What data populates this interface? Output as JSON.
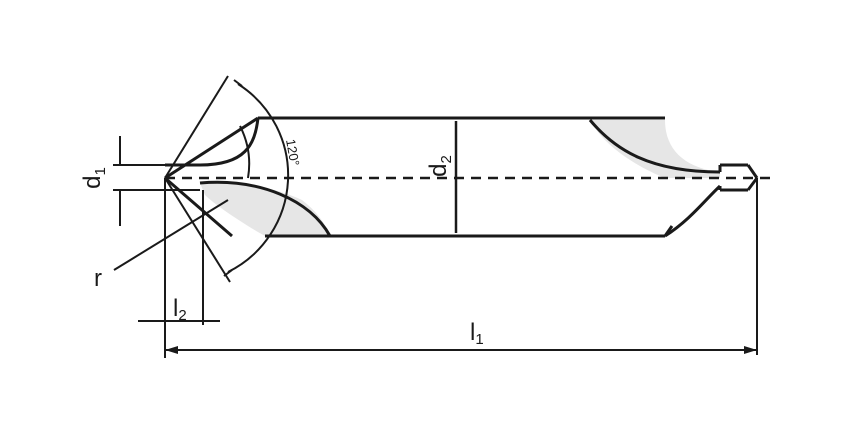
{
  "labels": {
    "d1": {
      "main": "d",
      "sub": "1"
    },
    "d2": {
      "main": "d",
      "sub": "2"
    },
    "r": "r",
    "l1": {
      "main": "l",
      "sub": "1"
    },
    "l2": {
      "main": "l",
      "sub": "2"
    },
    "angle": "120°"
  },
  "colors": {
    "line": "#1a1a1a",
    "hatch": "#e6e6e6",
    "background": "#ffffff"
  }
}
